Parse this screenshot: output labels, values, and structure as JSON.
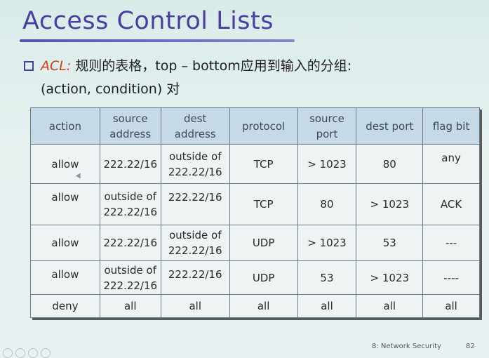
{
  "slide": {
    "title": "Access Control Lists",
    "bullet": {
      "term": "ACL:",
      "text": " 规则的表格，top – bottom应用到输入的分组:",
      "line2": "(action, condition) 对"
    }
  },
  "table": {
    "headers": [
      "action",
      "source address",
      "dest address",
      "protocol",
      "source port",
      "dest port",
      "flag bit"
    ],
    "rows": [
      [
        "allow",
        "222.22/16",
        "outside of 222.22/16",
        "TCP",
        "> 1023",
        "80",
        "any"
      ],
      [
        "allow",
        "outside of 222.22/16",
        "222.22/16",
        "TCP",
        "80",
        "> 1023",
        "ACK"
      ],
      [
        "allow",
        "222.22/16",
        "outside of 222.22/16",
        "UDP",
        "> 1023",
        "53",
        "---"
      ],
      [
        "allow",
        "outside of 222.22/16",
        "222.22/16",
        "UDP",
        "53",
        "> 1023",
        "----"
      ],
      [
        "deny",
        "all",
        "all",
        "all",
        "all",
        "all",
        "all"
      ]
    ]
  },
  "footer": {
    "chapter": "8: Network Security",
    "page": "82"
  },
  "colors": {
    "title": "#4a3fa0",
    "accent_term": "#c8431a",
    "header_bg": "#c5d9e6"
  }
}
